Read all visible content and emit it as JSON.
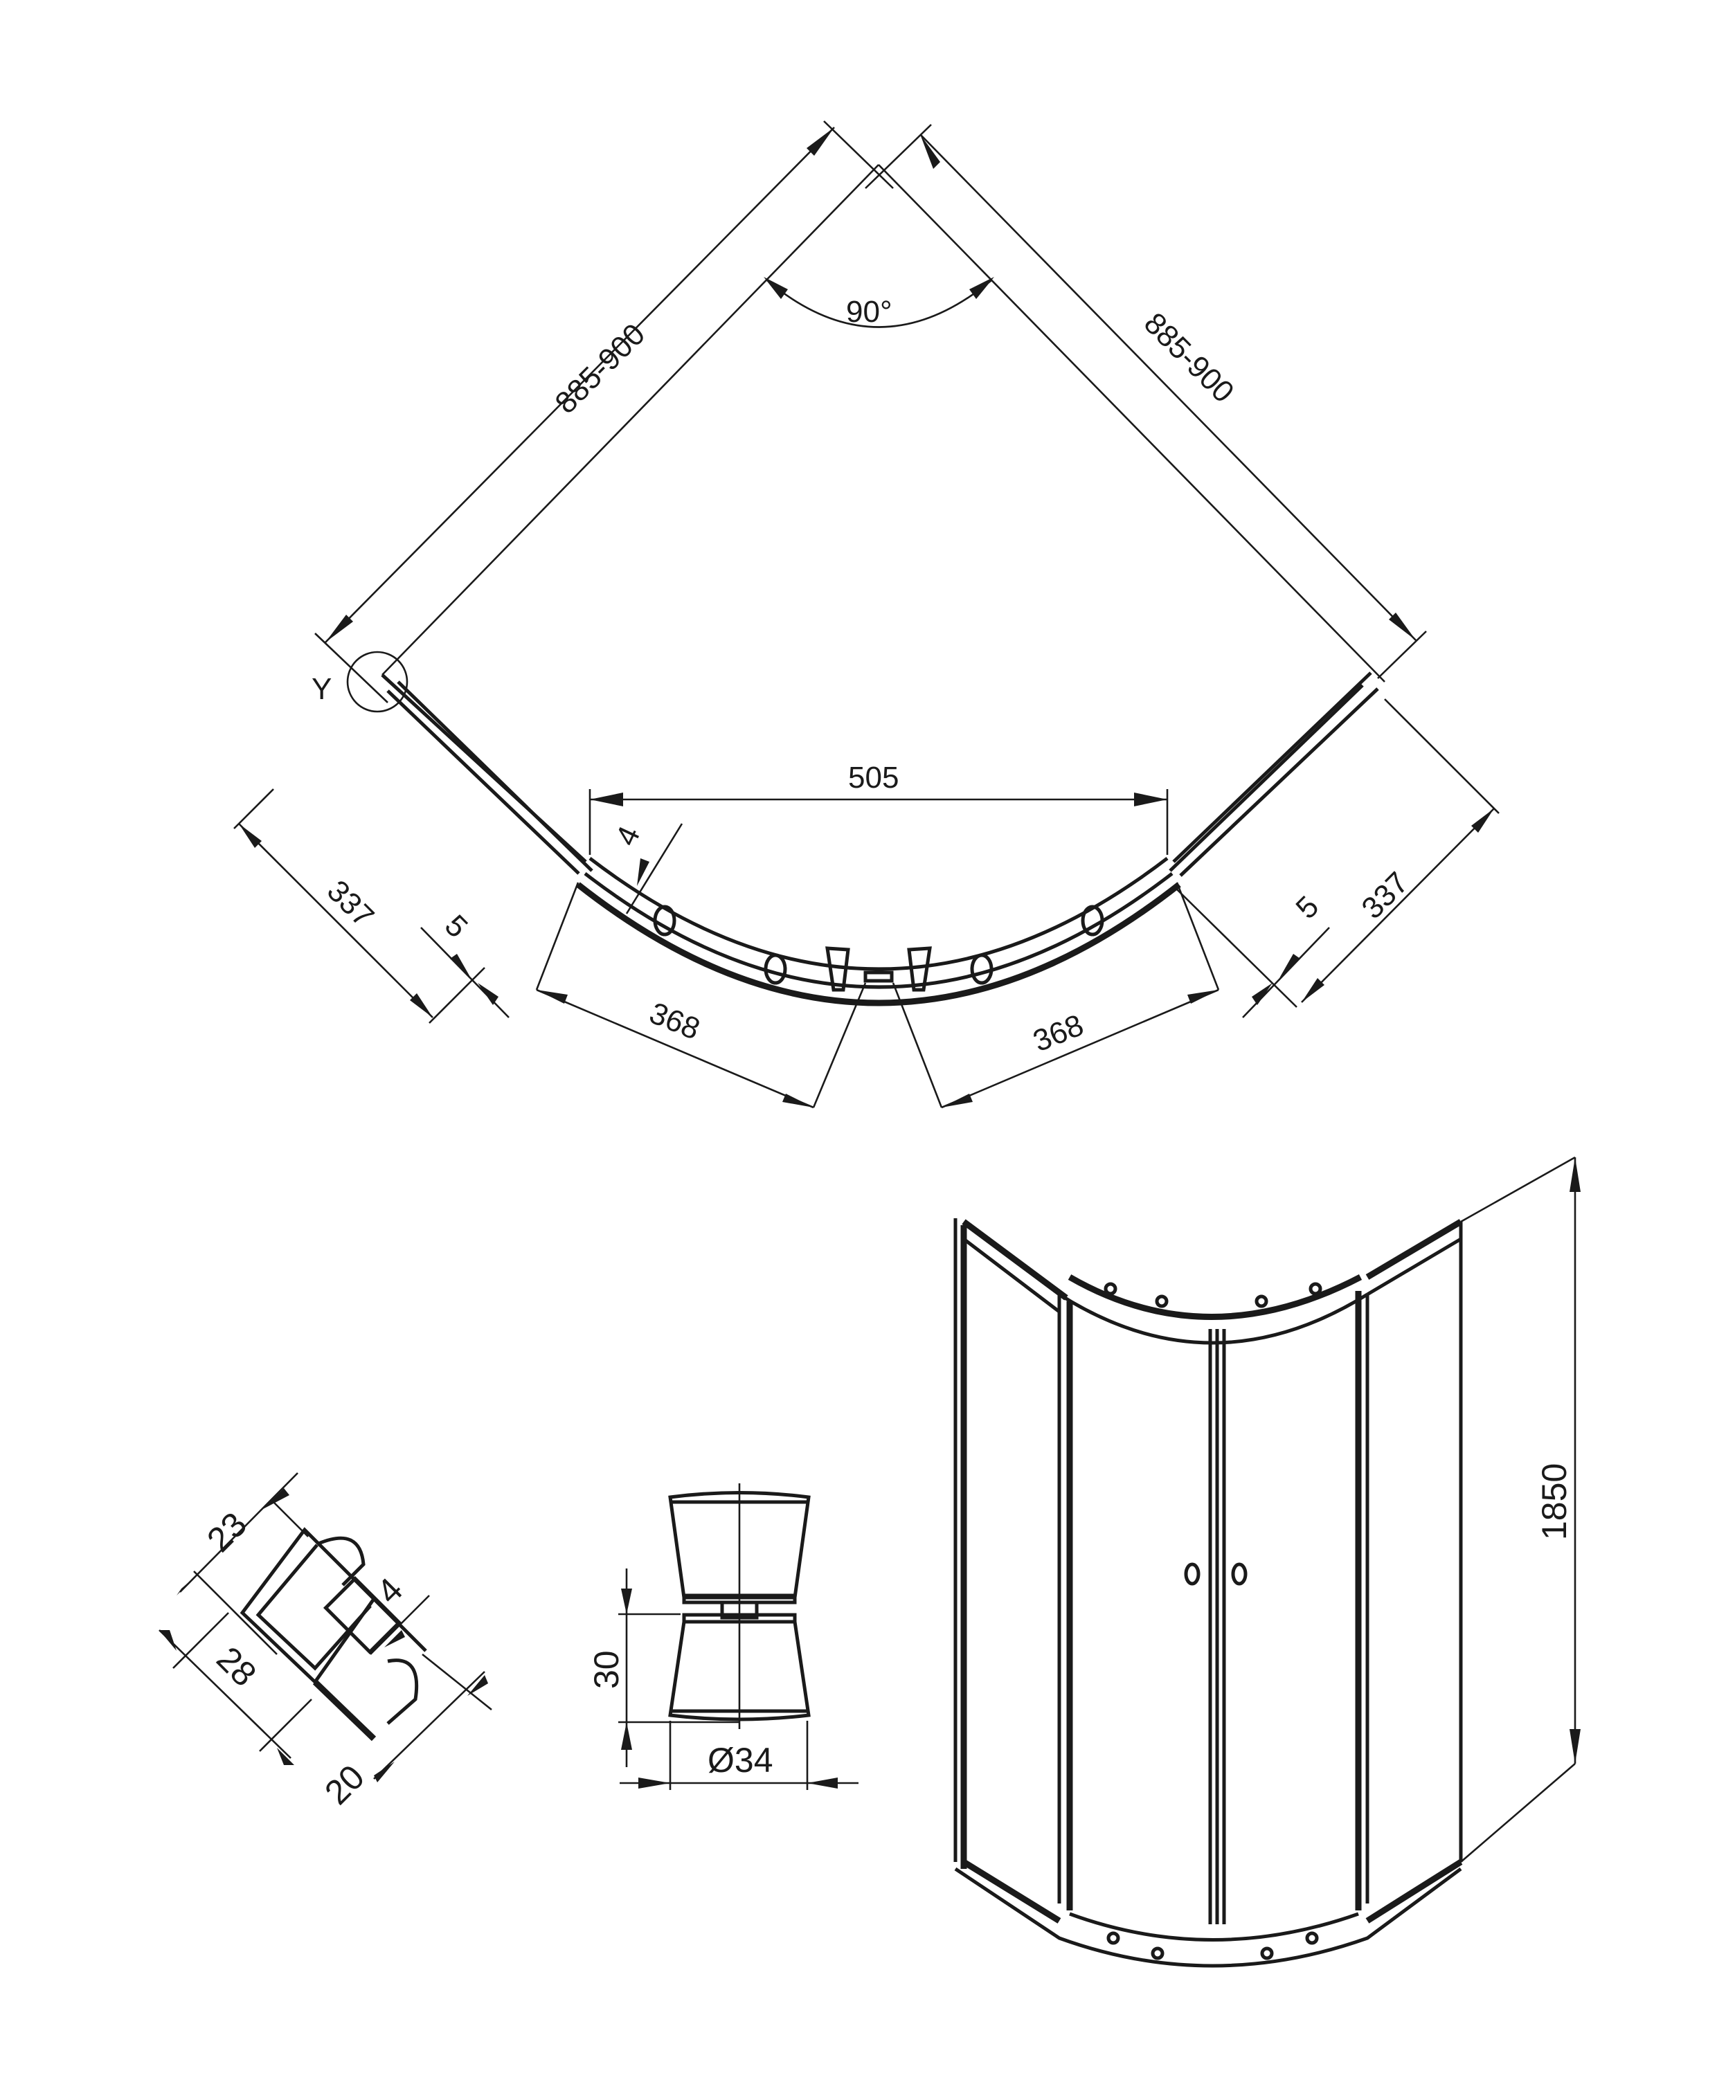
{
  "drawing": {
    "type": "technical-drawing",
    "subject": "quarter-round sliding shower enclosure",
    "colors": {
      "line": "#1a1a1a",
      "background": "#ffffff"
    }
  },
  "plan_view": {
    "corner_angle": "90°",
    "wall_left_dim": "885-900",
    "wall_right_dim": "885-900",
    "door_opening_dim": "505",
    "fixed_panel_left_dim": "337",
    "fixed_panel_right_dim": "337",
    "offset_left_dim": "5",
    "offset_right_dim": "5",
    "profile_offset_dim": "4",
    "arc_left_dim": "368",
    "arc_right_dim": "368",
    "detail_marker": "Y"
  },
  "profile_detail": {
    "dim_a": "23",
    "dim_b": "28",
    "dim_c": "20",
    "dim_d": "4"
  },
  "knob_detail": {
    "height_dim": "30",
    "diameter_dim": "Ø34"
  },
  "elevation_view": {
    "height_dim": "1850"
  }
}
